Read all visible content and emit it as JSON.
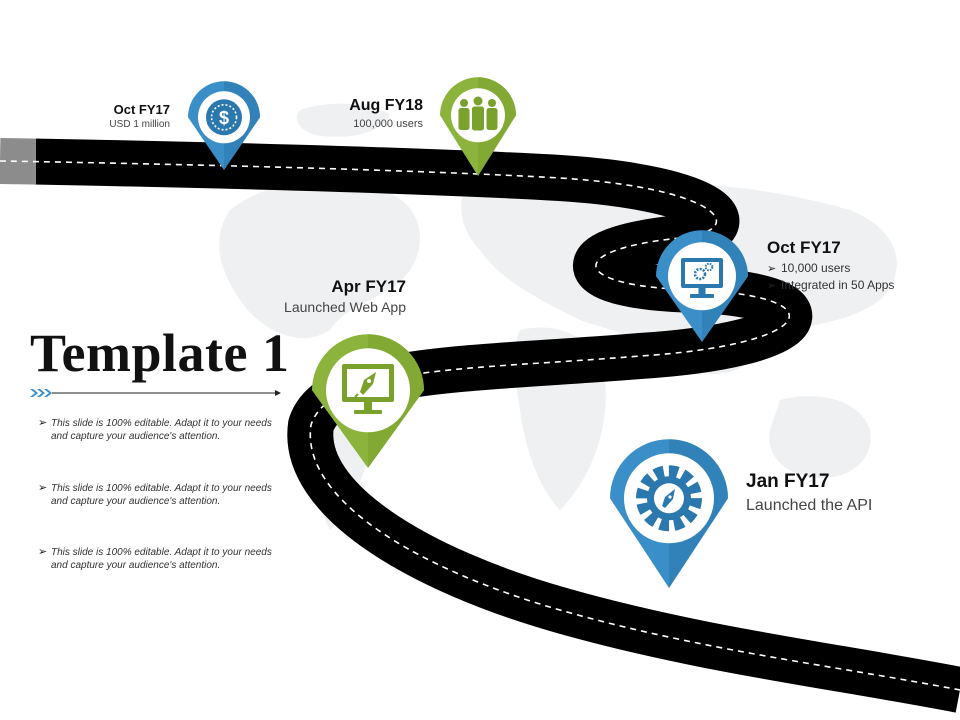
{
  "slide": {
    "title": "Template 1",
    "bullets": [
      "This slide is 100% editable. Adapt it to your needs and capture your audience's attention.",
      "This slide is 100% editable. Adapt it to your needs and capture your audience's attention.",
      "This slide is 100% editable. Adapt it to your needs and capture your audience's attention."
    ]
  },
  "milestones": [
    {
      "id": "oct-fy17-funding",
      "title": "Oct FY17",
      "desc": "USD 1 million",
      "icon": "dollar-coin-icon",
      "color": "#3A8FC8"
    },
    {
      "id": "aug-fy18-users",
      "title": "Aug FY18",
      "desc": "100,000 users",
      "icon": "people-group-icon",
      "color": "#8CB43C"
    },
    {
      "id": "oct-fy17-apps",
      "title": "Oct FY17",
      "items": [
        "10,000 users",
        "Integrated in 50 Apps"
      ],
      "icon": "monitor-gears-icon",
      "color": "#3A8FC8"
    },
    {
      "id": "apr-fy17-webapp",
      "title": "Apr FY17",
      "desc": "Launched Web App",
      "icon": "monitor-rocket-icon",
      "color": "#8CB43C"
    },
    {
      "id": "jan-fy17-api",
      "title": "Jan FY17",
      "desc": "Launched the API",
      "icon": "gear-rocket-icon",
      "color": "#3A8FC8"
    }
  ],
  "colors": {
    "blue": "#3A8FC8",
    "blue_dark": "#2B78AE",
    "green": "#8CB43C",
    "green_dark": "#7AA12C",
    "road": "#000000",
    "map": "#EEF0F2"
  }
}
